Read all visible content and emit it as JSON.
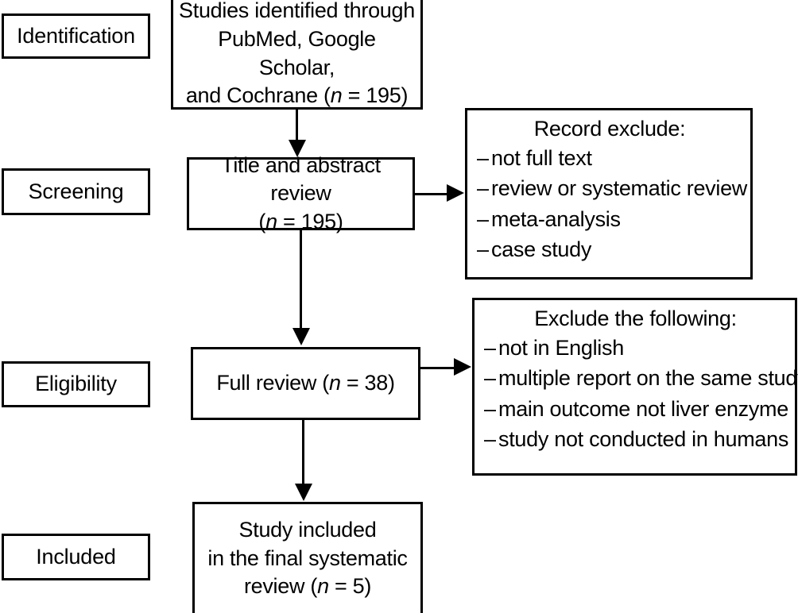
{
  "diagram": {
    "type": "prisma-flow-diagram",
    "stages": [
      {
        "id": "identification",
        "label": "Identification"
      },
      {
        "id": "screening",
        "label": "Screening"
      },
      {
        "id": "eligibility",
        "label": "Eligibility"
      },
      {
        "id": "included",
        "label": "Included"
      }
    ],
    "flow_boxes": [
      {
        "id": "identified",
        "lines": [
          "Studies identified through",
          "PubMed, Google Scholar,",
          "and Cochrane ("
        ],
        "n_italic": "n",
        "n_value": " = 195)"
      },
      {
        "id": "title-abstract-review",
        "lines": [
          "Title and abstract review",
          "("
        ],
        "n_italic": "n",
        "n_value": " = 195)"
      },
      {
        "id": "full-review",
        "lines": [
          "Full review ("
        ],
        "n_italic": "n",
        "n_value": " = 38)"
      },
      {
        "id": "study-included",
        "lines": [
          "Study included",
          "in the final systematic",
          "review ("
        ],
        "n_italic": "n",
        "n_value": " = 5)"
      }
    ],
    "exclusion_boxes": [
      {
        "id": "record-exclude",
        "title": "Record exclude:",
        "items": [
          "not full text",
          "review or systematic review",
          "meta-analysis",
          "case study"
        ]
      },
      {
        "id": "exclude-following",
        "title": "Exclude the following:",
        "items": [
          "not in English",
          "multiple report on the same study",
          "main outcome not liver enzyme",
          "study not conducted in humans"
        ]
      }
    ],
    "bullet_dash": "–",
    "text_line_1_identified": "Studies identified through",
    "text_line_2_identified": "PubMed, Google Scholar,",
    "text_line_3a_identified": "and Cochrane (",
    "text_line_3b_identified": " = 195)",
    "text_line_1_screening": "Title and abstract review",
    "text_line_2a_screening": "(",
    "text_line_2b_screening": " = 195)",
    "text_line_1a_eligibility": "Full review (",
    "text_line_1b_eligibility": " = 38)",
    "text_line_1_included": "Study included",
    "text_line_2_included": "in the final systematic",
    "text_line_3a_included": "review (",
    "text_line_3b_included": " = 5)",
    "n_symbol": "n",
    "colors": {
      "stroke": "#000000",
      "background": "#ffffff",
      "text": "#000000"
    }
  }
}
